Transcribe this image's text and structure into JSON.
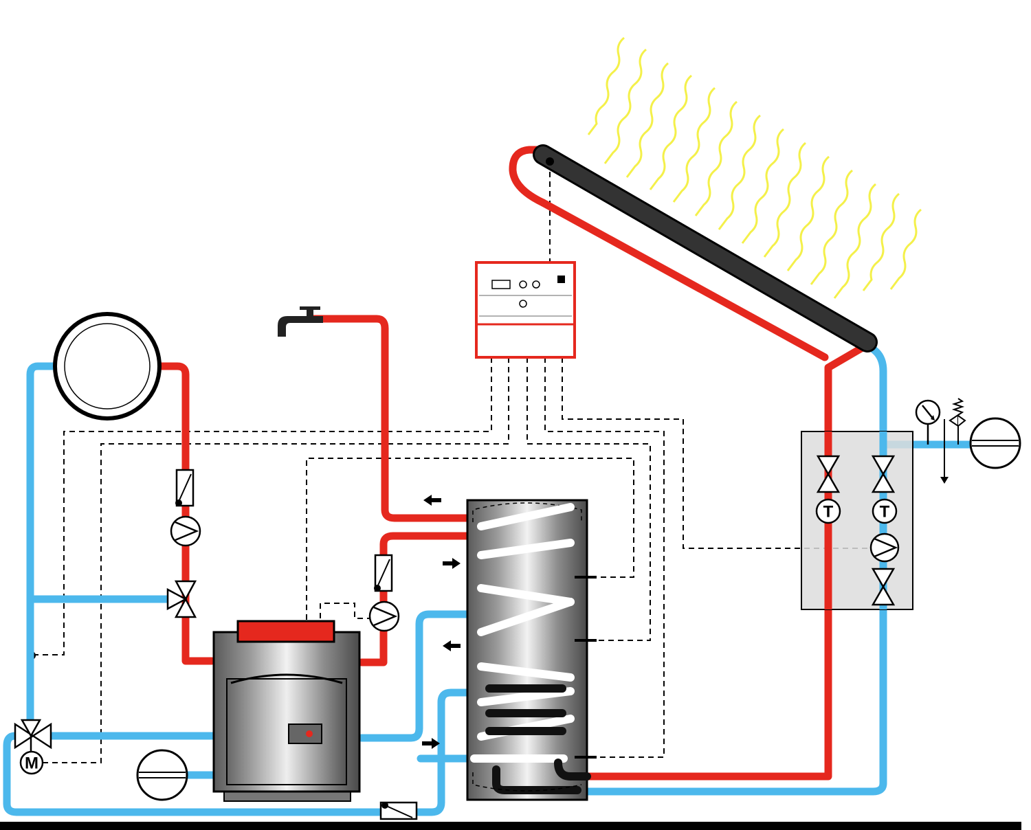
{
  "colors": {
    "hot_pipe": "#e5281e",
    "cold_pipe": "#4cb8ec",
    "sun_rays": "#f4f04a",
    "collector": "#333333",
    "controller_frame": "#e5281e",
    "station_box": "#dddddd",
    "control_line": "#000000"
  },
  "icons": {
    "pump": "pump-icon",
    "valve": "valve-icon",
    "thermometer": "thermometer-icon",
    "flow_meter": "flow-meter-icon",
    "motor": "motor-icon",
    "expansion_vessel": "expansion-vessel-icon",
    "pressure_gauge": "pressure-gauge-icon",
    "safety_valve": "safety-valve-icon",
    "tap": "tap-icon"
  },
  "symbols": {
    "thermometer_left": "T",
    "thermometer_right": "T",
    "motor": "M"
  }
}
